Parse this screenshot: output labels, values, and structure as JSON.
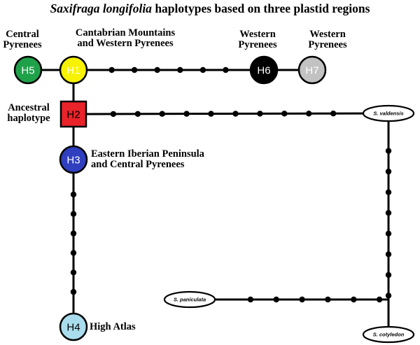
{
  "title": {
    "species": "Saxifraga longifolia",
    "rest": " haplotypes based on three plastid regions"
  },
  "colors": {
    "line": "#000000",
    "H1": "#f7f200",
    "H2": "#e8232a",
    "H3": "#2f3fbf",
    "H4": "#a9dcec",
    "H5": "#1fa14a",
    "H6": "#000000",
    "H7": "#c2c2c2",
    "outgroup": "#ffffff"
  },
  "haplotypes": [
    {
      "id": "H1",
      "label": "H1",
      "shape": "circle",
      "text_color": "#ffffff"
    },
    {
      "id": "H2",
      "label": "H2",
      "shape": "square",
      "text_color": "#000000"
    },
    {
      "id": "H3",
      "label": "H3",
      "shape": "circle",
      "text_color": "#ffffff"
    },
    {
      "id": "H4",
      "label": "H4",
      "shape": "circle",
      "text_color": "#000000"
    },
    {
      "id": "H5",
      "label": "H5",
      "shape": "circle",
      "text_color": "#ffffff"
    },
    {
      "id": "H6",
      "label": "H6",
      "shape": "circle",
      "text_color": "#ffffff"
    },
    {
      "id": "H7",
      "label": "H7",
      "shape": "circle",
      "text_color": "#ffffff"
    }
  ],
  "outgroups": [
    {
      "id": "valdensis",
      "label": "S. valdensis"
    },
    {
      "id": "paniculata",
      "label": "S. paniculata"
    },
    {
      "id": "cotyledon",
      "label": "S. cotyledon"
    }
  ],
  "edges": [
    {
      "from": "H5",
      "to": "H1",
      "mutations": 0
    },
    {
      "from": "H1",
      "to": "H6",
      "mutations": 6
    },
    {
      "from": "H6",
      "to": "H7",
      "mutations": 0
    },
    {
      "from": "H1",
      "to": "H2",
      "mutations": 0
    },
    {
      "from": "H2",
      "to": "valdensis",
      "mutations": 10
    },
    {
      "from": "H2",
      "to": "H3",
      "mutations": 0
    },
    {
      "from": "H3",
      "to": "H4",
      "mutations": 6
    },
    {
      "from": "valdensis",
      "to": "cotyledon",
      "mutations": 8
    },
    {
      "from": "paniculata",
      "to": "cotyledon",
      "mutations": 6
    }
  ],
  "labels": {
    "central_pyrenees": [
      "Central",
      "Pyrenees"
    ],
    "cantabrian": [
      "Cantabrian Mountains",
      "and Western Pyrenees"
    ],
    "western_pyrenees_h6": [
      "Western",
      "Pyrenees"
    ],
    "western_pyrenees_h7": [
      "Western",
      "Pyrenees"
    ],
    "ancestral": [
      "Ancestral",
      "haplotype"
    ],
    "eastern_iberian": [
      "Eastern Iberian Peninsula",
      "and Central Pyrenees"
    ],
    "high_atlas": [
      "High Atlas"
    ]
  }
}
